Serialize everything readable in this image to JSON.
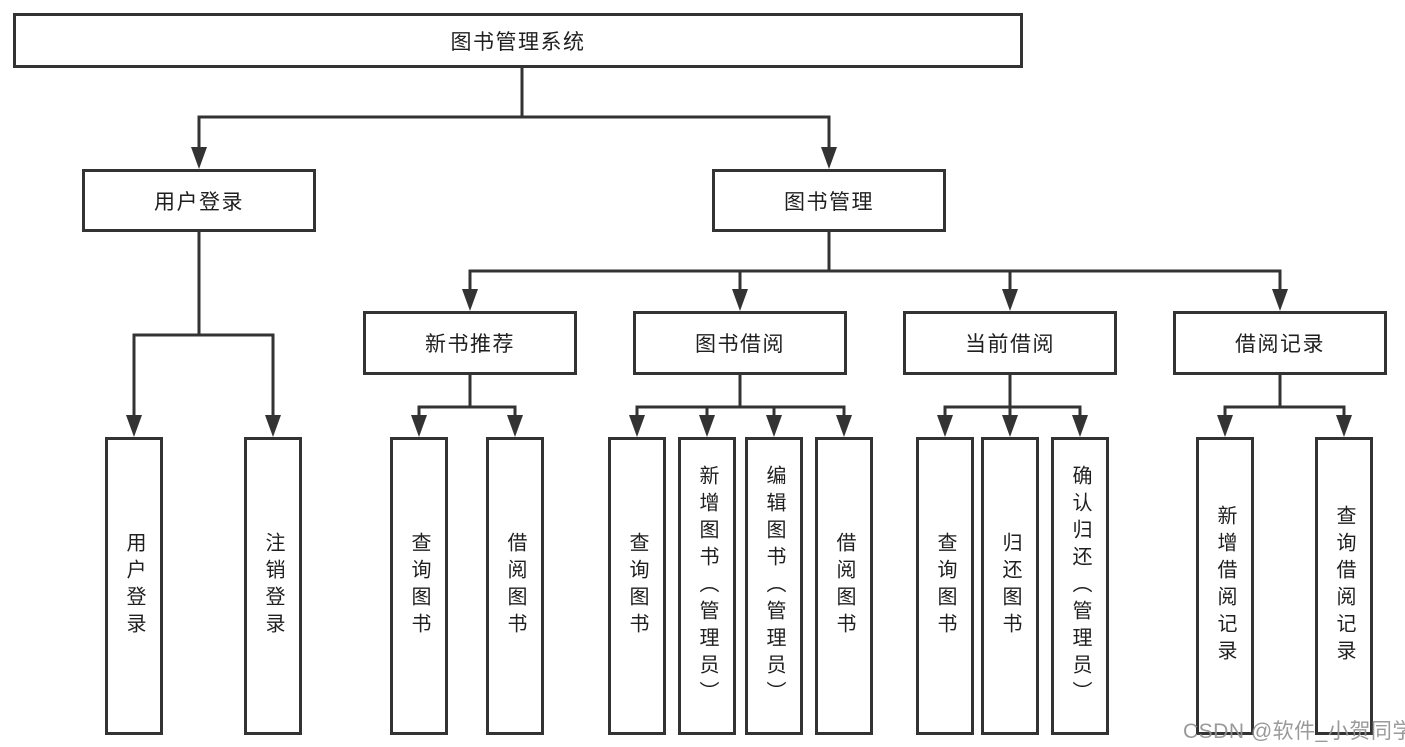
{
  "root": {
    "label": "图书管理系统"
  },
  "branches": [
    {
      "label": "用户登录",
      "leaves": [
        {
          "label": "用户登录"
        },
        {
          "label": "注销登录"
        }
      ]
    },
    {
      "label": "图书管理",
      "sub": [
        {
          "label": "新书推荐",
          "leaves": [
            {
              "label": "查询图书"
            },
            {
              "label": "借阅图书"
            }
          ]
        },
        {
          "label": "图书借阅",
          "leaves": [
            {
              "label": "查询图书"
            },
            {
              "label": "新增图书（管理员）"
            },
            {
              "label": "编辑图书（管理员）"
            },
            {
              "label": "借阅图书"
            }
          ]
        },
        {
          "label": "当前借阅",
          "leaves": [
            {
              "label": "查询图书"
            },
            {
              "label": "归还图书"
            },
            {
              "label": "确认归还（管理员）"
            }
          ]
        },
        {
          "label": "借阅记录",
          "leaves": [
            {
              "label": "新增借阅记录"
            },
            {
              "label": "查询借阅记录"
            }
          ]
        }
      ]
    }
  ],
  "watermark": {
    "text": "CSDN @软件_小贺同学"
  },
  "colors": {
    "line": "#333333",
    "node_border": "#333333",
    "text": "#1f1f1f",
    "background": "#ffffff",
    "watermark": "#919191"
  }
}
